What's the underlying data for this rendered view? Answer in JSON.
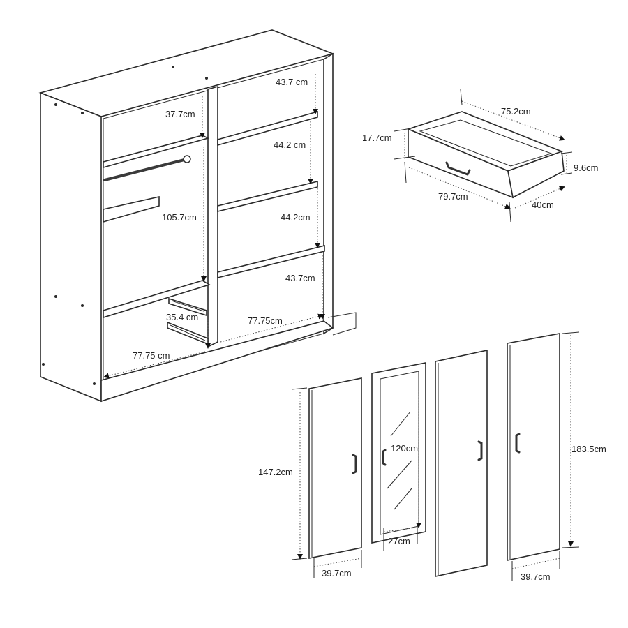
{
  "diagram": {
    "labels": {
      "d1": "43.7 cm",
      "d2": "37.7cm",
      "d3": "44.2 cm",
      "d4": "105.7cm",
      "d5": "44.2cm",
      "d6": "43.7cm",
      "d7": "35.4 cm",
      "d8": "77.75cm",
      "d9": "77.75 cm",
      "d10": "75.2cm",
      "d11": "17.7cm",
      "d12": "9.6cm",
      "d13": "79.7cm",
      "d14": "40cm",
      "d15": "147.2cm",
      "d16": "120cm",
      "d17": "27cm",
      "d18": "39.7cm",
      "d19": "183.5cm",
      "d20": "39.7cm"
    },
    "colors": {
      "stroke": "#2a2a2a",
      "background": "#ffffff"
    }
  }
}
